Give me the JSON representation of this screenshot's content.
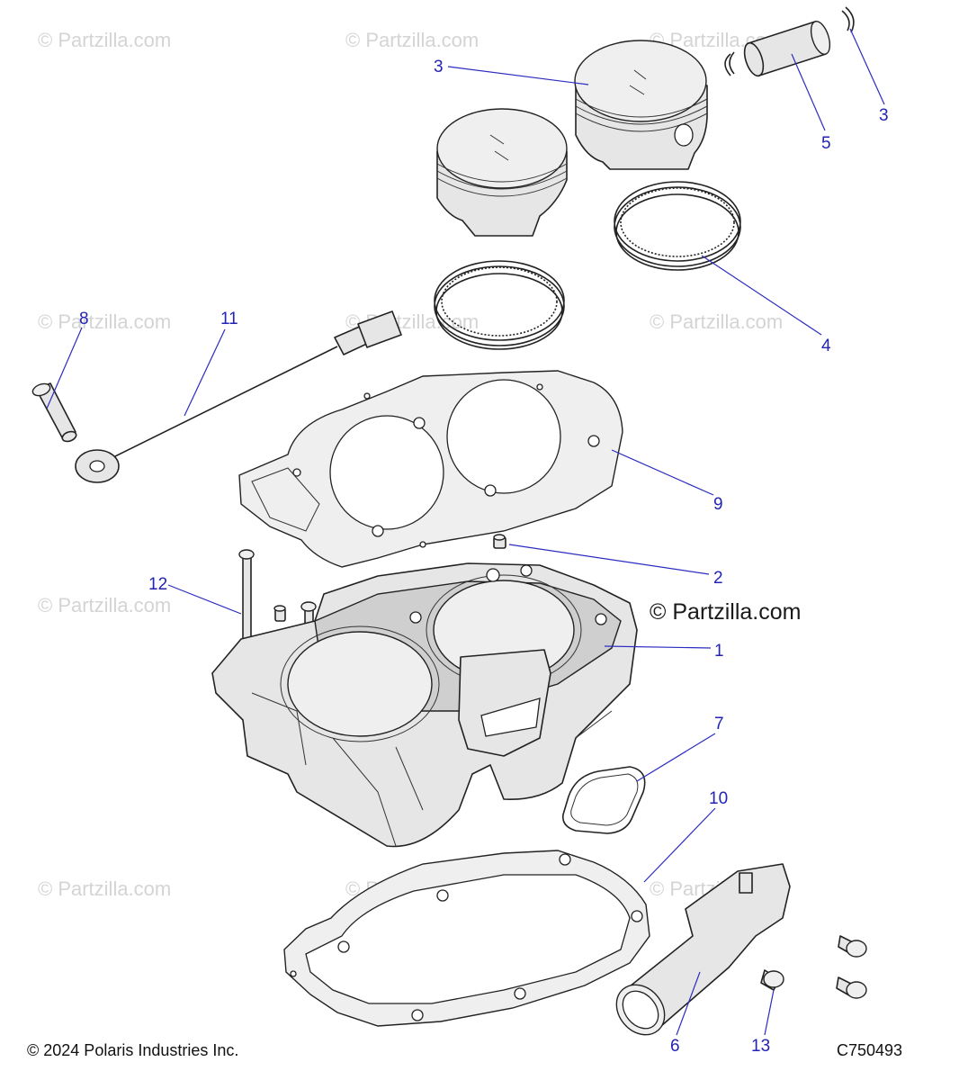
{
  "watermark": "© Partzilla.com",
  "watermark_main": "© Partzilla.com",
  "footer": {
    "copyright": "© 2024 Polaris Industries Inc.",
    "diagram_code": "C750493"
  },
  "callouts": {
    "piston_left_label": "3",
    "snap_ring_label": "3",
    "piston_pin_label": "5",
    "rings_label": "4",
    "bolt_8_label": "8",
    "sensor_label": "11",
    "head_gasket_label": "9",
    "dowel_label": "2",
    "stud_label": "12",
    "cylinder_label": "1",
    "oring_label": "7",
    "base_gasket_label": "10",
    "outlet_label": "6",
    "screw_label": "13"
  },
  "colors": {
    "callout": "#2323b4",
    "leader": "#2c2cc0",
    "watermark": "#d4d4d4",
    "part_fill": "#e6e6e6",
    "line": "#222222"
  }
}
